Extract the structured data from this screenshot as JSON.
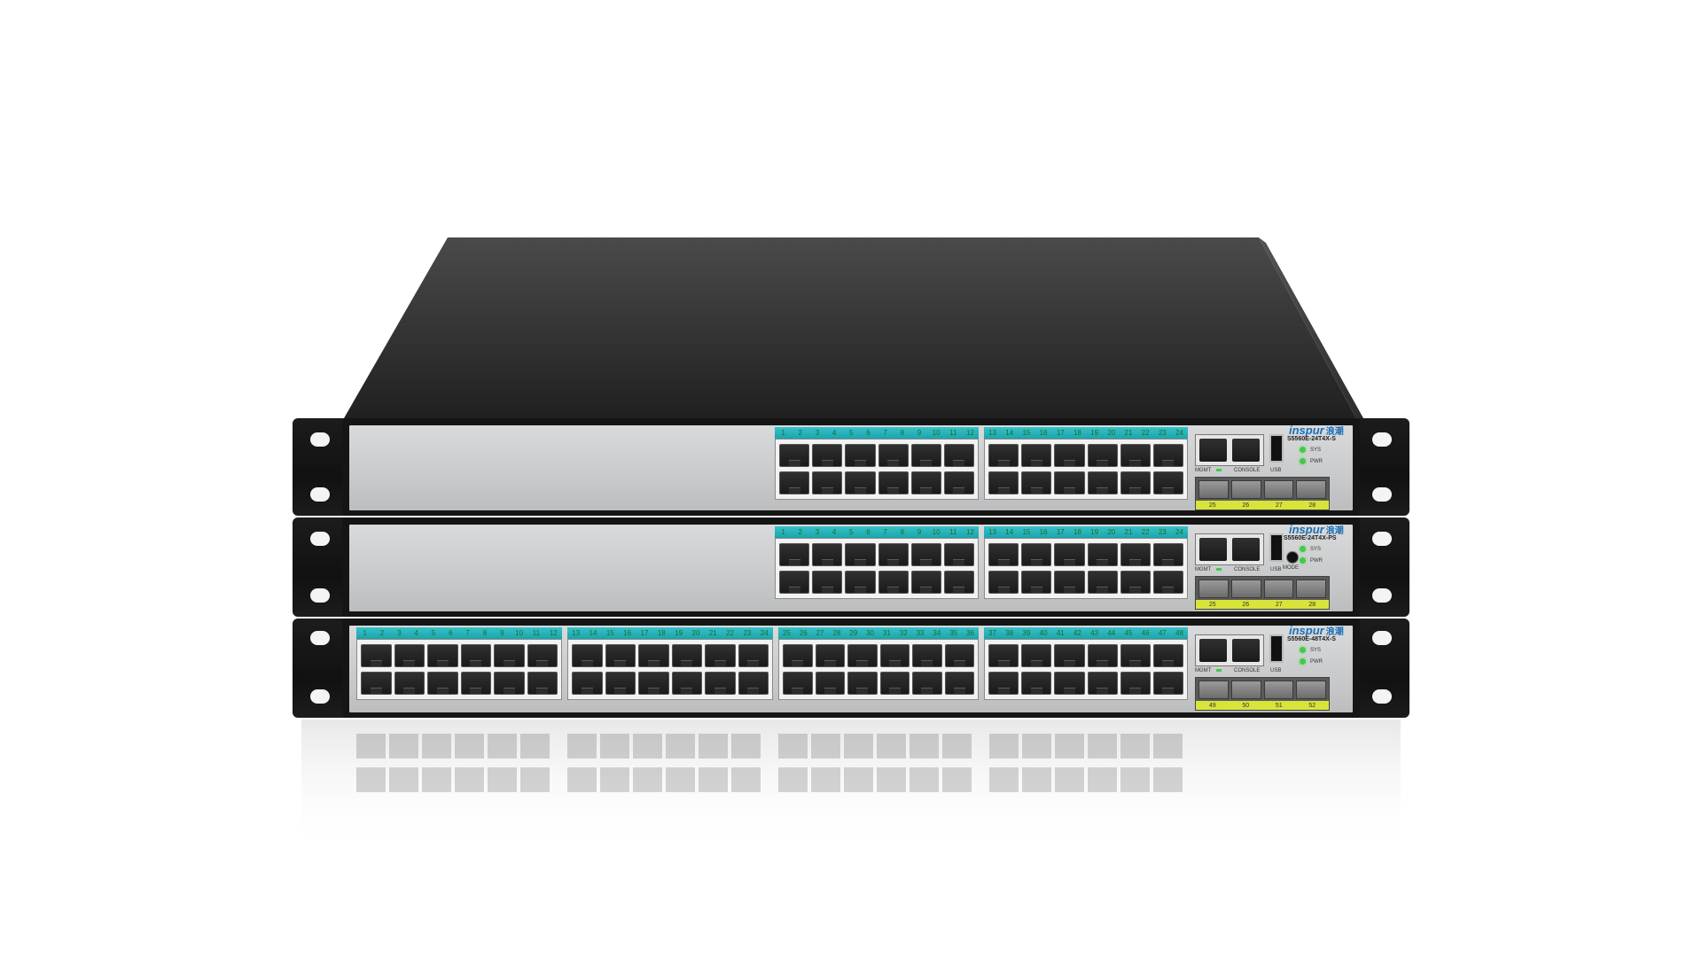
{
  "brand": {
    "name": "inspur",
    "cn": "浪潮",
    "color": "#1c6fb7"
  },
  "switches": [
    {
      "model": "S5560E-24T4X-S",
      "groups": [
        [
          "1",
          "2",
          "3",
          "4",
          "5",
          "6",
          "7",
          "8",
          "9",
          "10",
          "11",
          "12"
        ],
        [
          "13",
          "14",
          "15",
          "16",
          "17",
          "18",
          "19",
          "20",
          "21",
          "22",
          "23",
          "24"
        ]
      ],
      "sfp": [
        "25",
        "26",
        "27",
        "28"
      ],
      "labels": {
        "mgmt": "MGMT",
        "console": "CONSOLE",
        "usb": "USB",
        "sys": "SYS",
        "pwr": "PWR"
      },
      "has_mode": false
    },
    {
      "model": "S5560E-24T4X-PS",
      "groups": [
        [
          "1",
          "2",
          "3",
          "4",
          "5",
          "6",
          "7",
          "8",
          "9",
          "10",
          "11",
          "12"
        ],
        [
          "13",
          "14",
          "15",
          "16",
          "17",
          "18",
          "19",
          "20",
          "21",
          "22",
          "23",
          "24"
        ]
      ],
      "sfp": [
        "25",
        "26",
        "27",
        "28"
      ],
      "labels": {
        "mgmt": "MGMT",
        "console": "CONSOLE",
        "usb": "USB",
        "sys": "SYS",
        "pwr": "PWR",
        "mode": "MODE"
      },
      "has_mode": true
    },
    {
      "model": "S5560E-48T4X-S",
      "groups": [
        [
          "1",
          "2",
          "3",
          "4",
          "5",
          "6",
          "7",
          "8",
          "9",
          "10",
          "11",
          "12"
        ],
        [
          "13",
          "14",
          "15",
          "16",
          "17",
          "18",
          "19",
          "20",
          "21",
          "22",
          "23",
          "24"
        ],
        [
          "25",
          "26",
          "27",
          "28",
          "29",
          "30",
          "31",
          "32",
          "33",
          "34",
          "35",
          "36"
        ],
        [
          "37",
          "38",
          "39",
          "40",
          "41",
          "42",
          "43",
          "44",
          "45",
          "46",
          "47",
          "48"
        ]
      ],
      "sfp": [
        "49",
        "50",
        "51",
        "52"
      ],
      "labels": {
        "mgmt": "MGMT",
        "console": "CONSOLE",
        "usb": "USB",
        "sys": "SYS",
        "pwr": "PWR"
      },
      "has_mode": false
    }
  ],
  "colors": {
    "background": "#ffffff",
    "chassis_top": "#3a3a3a",
    "panel": "#c9cacb",
    "port_label_bar": "#27b3ba",
    "sfp_label_bar": "#d8e43a",
    "led": "#45c94a"
  }
}
